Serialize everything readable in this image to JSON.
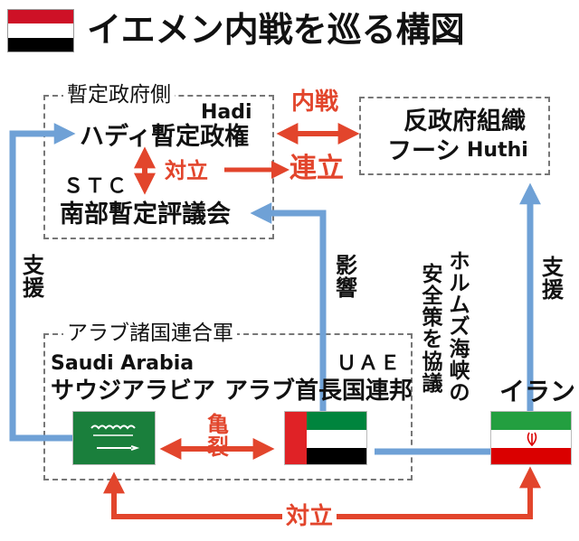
{
  "header": {
    "title": "イエメン内戦を巡る構図"
  },
  "groups": {
    "interim_government": {
      "label": "暫定政府側",
      "hadi": {
        "name_en": "Hadi",
        "name_ja": "ハディ暫定政権"
      },
      "stc": {
        "name_en": "ＳＴＣ",
        "name_ja": "南部暫定評議会"
      }
    },
    "huthi": {
      "name_ja": "反政府組織",
      "name_ja2": "フーシ",
      "name_en": "Huthi"
    },
    "arab_coalition": {
      "label": "アラブ諸国連合軍",
      "saudi": {
        "name_en": "Saudi Arabia",
        "name_ja": "サウジアラビア"
      },
      "uae": {
        "name_en": "ＵＡＥ",
        "name_ja": "アラブ首長国連邦"
      }
    },
    "iran": {
      "name_ja": "イラン"
    }
  },
  "relations": {
    "civil_war": "内戦",
    "confrontation_hadi_stc": "対立",
    "alliance": "連立",
    "support_left": "支援",
    "influence": "影響",
    "rift": "亀裂",
    "hormuz_talks": "ホルムズ海峡の安全策を協議",
    "support_right": "支援",
    "confrontation_saudi_iran": "対立"
  },
  "colors": {
    "red": "#e2452c",
    "blue": "#6fa1d6",
    "dash": "#777777"
  },
  "icons": {
    "yemen_flag": "yemen-flag-icon",
    "saudi_flag": "saudi-flag-icon",
    "uae_flag": "uae-flag-icon",
    "iran_flag": "iran-flag-icon"
  }
}
